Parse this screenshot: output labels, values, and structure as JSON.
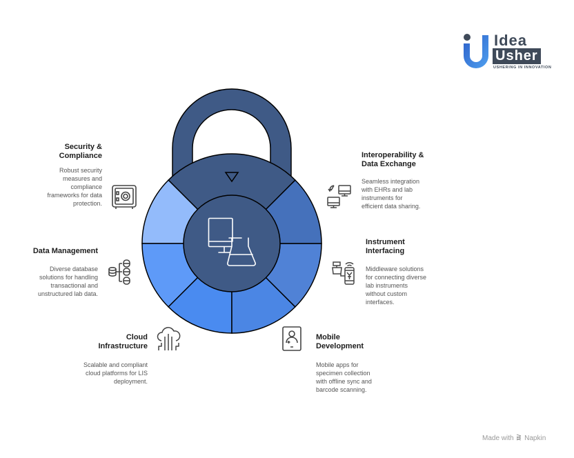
{
  "logo": {
    "word1": "Idea",
    "word2": "Usher",
    "tagline": "USHERING IN INNOVATION"
  },
  "center": {
    "icon": "computer-flask-icon"
  },
  "colors": {
    "shackle": "#3f5a86",
    "top_segment": "#3f5a86",
    "hub": "#3f5a86",
    "segments": [
      "#93bbfb",
      "#5e9af8",
      "#4a8bf0",
      "#4b86e4",
      "#5082d6",
      "#4571bb"
    ]
  },
  "items": [
    {
      "title_l1": "Security &",
      "title_l2": "Compliance",
      "desc": [
        "Robust security",
        "measures and",
        "compliance",
        "frameworks for data",
        "protection."
      ],
      "icon": "safe-icon"
    },
    {
      "title_l1": "Data Management",
      "desc": [
        "Diverse database",
        "solutions for handling",
        "transactional and",
        "unstructured lab data."
      ],
      "icon": "database-tree-icon"
    },
    {
      "title_l1": "Cloud",
      "title_l2": "Infrastructure",
      "desc": [
        "Scalable and compliant",
        "cloud platforms for LIS",
        "deployment."
      ],
      "icon": "cloud-circuit-icon"
    },
    {
      "title_l1": "Mobile",
      "title_l2": "Development",
      "desc": [
        "Mobile apps for",
        "specimen collection",
        "with offline sync and",
        "barcode scanning."
      ],
      "icon": "mobile-user-icon"
    },
    {
      "title_l1": "Instrument",
      "title_l2": "Interfacing",
      "desc": [
        "Middleware solutions",
        "for connecting diverse",
        "lab instruments",
        "without custom",
        "interfaces."
      ],
      "icon": "instrument-phone-icon"
    },
    {
      "title_l1": "Interoperability &",
      "title_l2": "Data Exchange",
      "desc": [
        "Seamless integration",
        "with EHRs and lab",
        "instruments for",
        "efficient data sharing."
      ],
      "icon": "monitor-exchange-icon"
    }
  ],
  "footer": {
    "made_with": "Made with",
    "brand": "Napkin"
  }
}
